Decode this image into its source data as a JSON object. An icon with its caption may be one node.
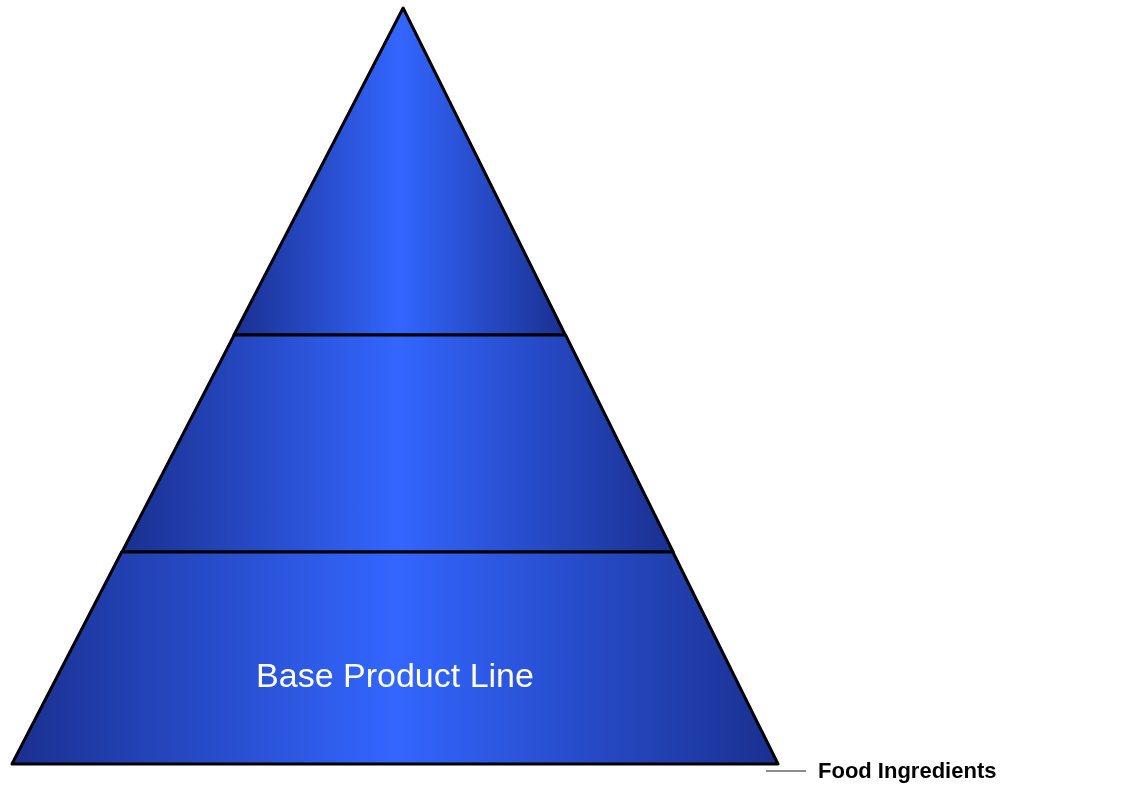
{
  "diagram": {
    "nodes": [
      {
        "text": [],
        "shape": "triangle"
      },
      {
        "text": [],
        "shape": "trapezoid"
      },
      {
        "text": [
          "Base Product Line"
        ]
      },
      {
        "text": [
          "Food Ingredients"
        ]
      }
    ],
    "edges": [
      {
        "from": 3,
        "to": 2,
        "arrow": "none"
      }
    ]
  }
}
